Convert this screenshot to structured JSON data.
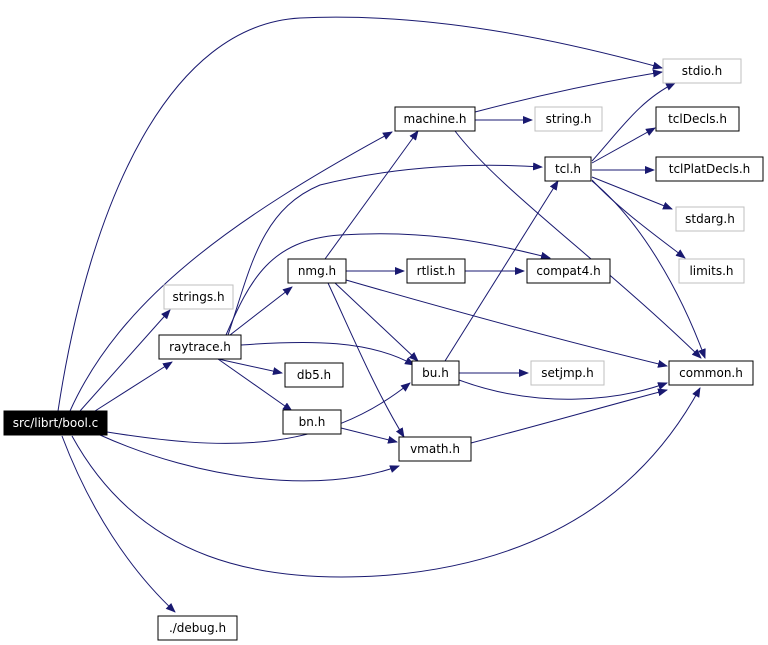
{
  "graph": {
    "nodes": [
      {
        "id": "bool",
        "label": "src/librt/bool.c",
        "style": "root"
      },
      {
        "id": "stdio",
        "label": "stdio.h",
        "style": "missing"
      },
      {
        "id": "machine",
        "label": "machine.h",
        "style": "normal"
      },
      {
        "id": "string",
        "label": "string.h",
        "style": "missing"
      },
      {
        "id": "tclDecls",
        "label": "tclDecls.h",
        "style": "normal"
      },
      {
        "id": "tcl",
        "label": "tcl.h",
        "style": "normal"
      },
      {
        "id": "tclPlatDecls",
        "label": "tclPlatDecls.h",
        "style": "normal"
      },
      {
        "id": "stdarg",
        "label": "stdarg.h",
        "style": "missing"
      },
      {
        "id": "nmg",
        "label": "nmg.h",
        "style": "normal"
      },
      {
        "id": "rtlist",
        "label": "rtlist.h",
        "style": "normal"
      },
      {
        "id": "compat4",
        "label": "compat4.h",
        "style": "normal"
      },
      {
        "id": "limits",
        "label": "limits.h",
        "style": "missing"
      },
      {
        "id": "strings",
        "label": "strings.h",
        "style": "missing"
      },
      {
        "id": "raytrace",
        "label": "raytrace.h",
        "style": "normal"
      },
      {
        "id": "db5",
        "label": "db5.h",
        "style": "normal"
      },
      {
        "id": "bu",
        "label": "bu.h",
        "style": "normal"
      },
      {
        "id": "setjmp",
        "label": "setjmp.h",
        "style": "missing"
      },
      {
        "id": "common",
        "label": "common.h",
        "style": "normal"
      },
      {
        "id": "bn",
        "label": "bn.h",
        "style": "normal"
      },
      {
        "id": "vmath",
        "label": "vmath.h",
        "style": "normal"
      },
      {
        "id": "debug",
        "label": "./debug.h",
        "style": "normal"
      }
    ],
    "edges": [
      [
        "bool",
        "stdio"
      ],
      [
        "bool",
        "machine"
      ],
      [
        "bool",
        "strings"
      ],
      [
        "bool",
        "raytrace"
      ],
      [
        "bool",
        "bu"
      ],
      [
        "bool",
        "vmath"
      ],
      [
        "bool",
        "common"
      ],
      [
        "bool",
        "debug"
      ],
      [
        "machine",
        "stdio"
      ],
      [
        "machine",
        "string"
      ],
      [
        "machine",
        "common"
      ],
      [
        "tcl",
        "stdio"
      ],
      [
        "tcl",
        "tclDecls"
      ],
      [
        "tcl",
        "tclPlatDecls"
      ],
      [
        "tcl",
        "stdarg"
      ],
      [
        "tcl",
        "limits"
      ],
      [
        "tcl",
        "common"
      ],
      [
        "raytrace",
        "tcl"
      ],
      [
        "raytrace",
        "compat4"
      ],
      [
        "raytrace",
        "nmg"
      ],
      [
        "raytrace",
        "db5"
      ],
      [
        "raytrace",
        "bu"
      ],
      [
        "raytrace",
        "bn"
      ],
      [
        "nmg",
        "machine"
      ],
      [
        "nmg",
        "rtlist"
      ],
      [
        "nmg",
        "bu"
      ],
      [
        "nmg",
        "vmath"
      ],
      [
        "nmg",
        "common"
      ],
      [
        "rtlist",
        "compat4"
      ],
      [
        "bu",
        "tcl"
      ],
      [
        "bu",
        "setjmp"
      ],
      [
        "bu",
        "common"
      ],
      [
        "bn",
        "vmath"
      ],
      [
        "vmath",
        "common"
      ]
    ]
  },
  "colors": {
    "edge": "#191970",
    "root_fill": "#000000",
    "root_text": "#ffffff",
    "node_border": "#000000",
    "node_text": "#000000",
    "missing_border": "#bfbfbf",
    "missing_text": "#000000"
  }
}
